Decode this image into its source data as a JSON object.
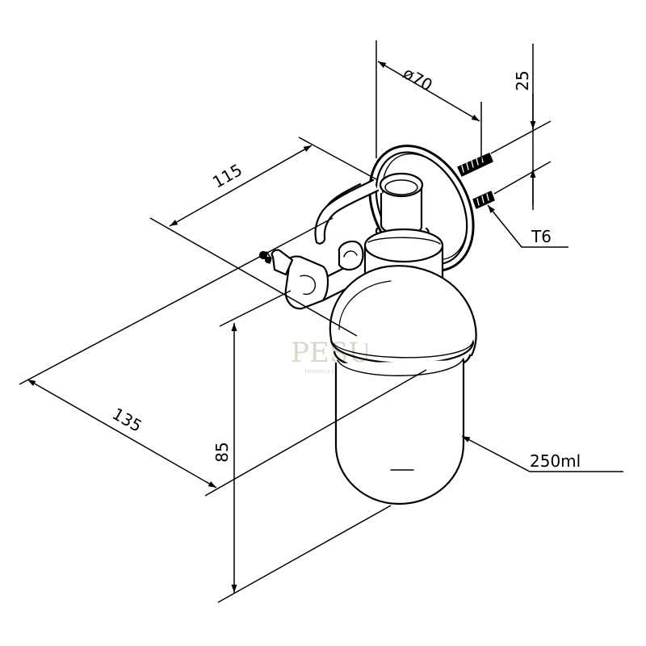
{
  "dimensions": {
    "width_overall": "135",
    "depth": "115",
    "height": "85",
    "plate_diameter": "ø70",
    "screw_spacing": "25",
    "screw_type": "T6",
    "capacity": "250ml"
  },
  "watermark": {
    "brand": "PESU",
    "tagline": "Hotelova koupelna"
  },
  "colors": {
    "line": "#000000",
    "watermark": "#d8d3c3",
    "background": "#ffffff"
  }
}
